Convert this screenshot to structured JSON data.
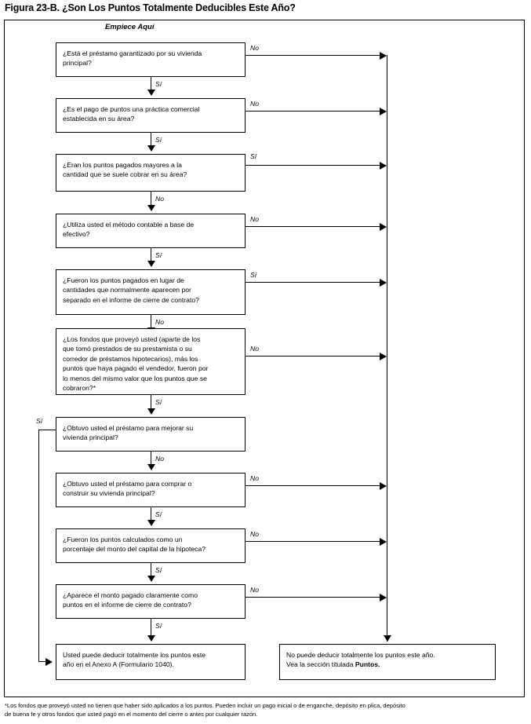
{
  "figure": {
    "title": "Figura 23-B. ¿Son Los Puntos Totalmente Deducibles Este Año?",
    "start_label": "Empiece Aquí",
    "footnote_line1": "*Los fondos que proveyó usted no tienen que haber sido aplicados a los puntos. Pueden incluir un pago inicial o de enganche, depósito en plica, depósito",
    "footnote_line2": "de buena fe y otros fondos que usted pagó en el momento del cierre o antes por cualquier razón."
  },
  "chart_data": {
    "type": "diagram",
    "title": "Figura 23-B. ¿Son Los Puntos Totalmente Deducibles Este Año?",
    "nodes": [
      {
        "id": "q1",
        "kind": "decision",
        "lines": [
          "¿Está el préstamo garantizado por su vivienda",
          "principal?"
        ],
        "yes_to": "q2",
        "no_to": "no-deduction"
      },
      {
        "id": "q2",
        "kind": "decision",
        "lines": [
          "¿Es el pago de puntos una práctica comercial",
          "establecida en su área?"
        ],
        "yes_to": "q3",
        "no_to": "no-deduction"
      },
      {
        "id": "q3",
        "kind": "decision",
        "lines": [
          "¿Eran los puntos pagados mayores a la",
          "cantidad que se suele cobrar en su área?"
        ],
        "yes_to": "no-deduction",
        "no_to": "q4"
      },
      {
        "id": "q4",
        "kind": "decision",
        "lines": [
          "¿Utiliza usted el método contable a base de",
          "efectivo?"
        ],
        "yes_to": "q5",
        "no_to": "no-deduction"
      },
      {
        "id": "q5",
        "kind": "decision",
        "lines": [
          "¿Fueron los puntos pagados en lugar de",
          "cantidades que normalmente aparecen por",
          "separado en el informe de cierre de contrato?"
        ],
        "yes_to": "no-deduction",
        "no_to": "q6"
      },
      {
        "id": "q6",
        "kind": "decision",
        "lines": [
          "¿Los fondos que proveyó usted (aparte de los",
          "que tomó prestados de su prestamista o su",
          "corredor de préstamos hipotecarios), más los",
          "puntos que haya pagado el vendedor, fueron por",
          "lo menos del mismo valor que los puntos que se",
          "cobraron?*"
        ],
        "yes_to": "q7",
        "no_to": "no-deduction"
      },
      {
        "id": "q7",
        "kind": "decision",
        "lines": [
          "¿Obtuvo usted el préstamo para mejorar su",
          "vivienda principal?"
        ],
        "yes_to": "full-deduction",
        "no_to": "q8"
      },
      {
        "id": "q8",
        "kind": "decision",
        "lines": [
          "¿Obtuvo usted el préstamo para comprar o",
          "construir su vivienda principal?"
        ],
        "yes_to": "q9",
        "no_to": "no-deduction"
      },
      {
        "id": "q9",
        "kind": "decision",
        "lines": [
          "¿Fueron los puntos calculados como un",
          "porcentaje del monto del capital de la hipoteca?"
        ],
        "yes_to": "q10",
        "no_to": "no-deduction"
      },
      {
        "id": "q10",
        "kind": "decision",
        "lines": [
          "¿Aparece el monto pagado claramente como",
          "puntos en el informe de cierre de contrato?"
        ],
        "yes_to": "full-deduction",
        "no_to": "no-deduction"
      },
      {
        "id": "full-deduction",
        "kind": "terminal",
        "lines": [
          "Usted puede deducir totalmente los puntos este",
          "año en el Anexo A (Formulario 1040)."
        ]
      },
      {
        "id": "no-deduction",
        "kind": "terminal",
        "lines": [
          "No puede deducir totalmente los puntos este año.",
          "Vea la sección titulada Puntos."
        ]
      }
    ],
    "edge_labels": {
      "yes": "Sí",
      "no": "No"
    }
  },
  "boxes": {
    "q1": {
      "l1": "¿Está el préstamo garantizado por su vivienda",
      "l2": "principal?"
    },
    "q2": {
      "l1": "¿Es el pago de puntos una práctica comercial",
      "l2": "establecida en su área?"
    },
    "q3": {
      "l1": "¿Eran los puntos pagados mayores a la",
      "l2": "cantidad que se suele cobrar en su área?"
    },
    "q4": {
      "l1": "¿Utiliza usted el método contable a base de",
      "l2": "efectivo?"
    },
    "q5": {
      "l1": "¿Fueron los puntos pagados en lugar de",
      "l2": "cantidades que normalmente aparecen por",
      "l3": "separado en el informe de cierre de contrato?"
    },
    "q6": {
      "l1": "¿Los fondos que proveyó usted (aparte de los",
      "l2": "que tomó prestados de su prestamista o su",
      "l3": "corredor de préstamos hipotecarios), más los",
      "l4": "puntos que haya pagado el vendedor, fueron por",
      "l5": "lo menos del mismo valor que los puntos que se",
      "l6": "cobraron?*"
    },
    "q7": {
      "l1": "¿Obtuvo usted el préstamo para mejorar su",
      "l2": "vivienda principal?"
    },
    "q8": {
      "l1": "¿Obtuvo usted el préstamo para comprar o",
      "l2": "construir su vivienda principal?"
    },
    "q9": {
      "l1": "¿Fueron los puntos calculados como un",
      "l2": "porcentaje del monto del capital de la hipoteca?"
    },
    "q10": {
      "l1": "¿Aparece el monto pagado claramente como",
      "l2": "puntos en el informe de cierre de contrato?"
    },
    "yes_end": {
      "l1": "Usted puede deducir totalmente los puntos este",
      "l2": "año en el Anexo A (Formulario 1040)."
    },
    "no_end": {
      "l1": "No puede deducir totalmente los puntos este año.",
      "l2a": "Vea la sección titulada ",
      "l2b": "Puntos."
    }
  },
  "labels": {
    "si": "Sí",
    "no": "No",
    "e1_no": "No",
    "e1_si": "Sí",
    "e2_no": "No",
    "e2_si": "Sí",
    "e3_si": "Sí",
    "e3_no": "No",
    "e4_no": "No",
    "e4_si": "Sí",
    "e5_si": "Sí",
    "e5_no": "No",
    "e6_no": "No",
    "e6_si": "Sí",
    "e7_si": "Sí",
    "e7_no": "No",
    "e8_no": "No",
    "e8_si": "Sí",
    "e9_no": "No",
    "e9_si": "Sí",
    "e10_no": "No",
    "e10_si": "Sí"
  }
}
